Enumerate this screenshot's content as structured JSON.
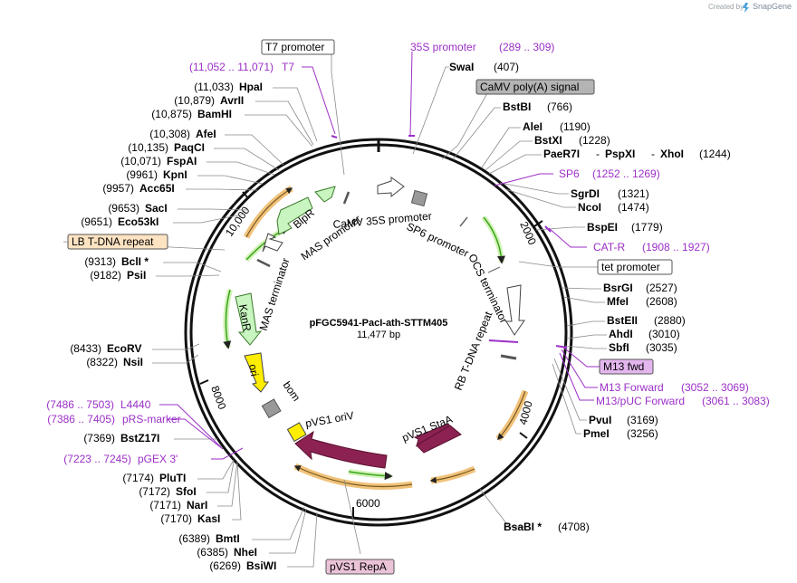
{
  "app": {
    "created_by": "Created by",
    "brand": "SnapGene"
  },
  "plasmid": {
    "name": "pFGC5941-PacI-ath-STTM405",
    "length_label": "11,477 bp"
  },
  "ticks": [
    "2000",
    "4000",
    "6000",
    "8000",
    "10,000"
  ],
  "enzymes_left": [
    {
      "name": "HpaI",
      "pos": "(11,033)"
    },
    {
      "name": "AvrII",
      "pos": "(10,879)"
    },
    {
      "name": "BamHI",
      "pos": "(10,875)"
    },
    {
      "name": "AfeI",
      "pos": "(10,308)"
    },
    {
      "name": "PaqCI",
      "pos": "(10,135)"
    },
    {
      "name": "FspAI",
      "pos": "(10,071)"
    },
    {
      "name": "KpnI",
      "pos": "(9961)"
    },
    {
      "name": "Acc65I",
      "pos": "(9957)"
    },
    {
      "name": "SacI",
      "pos": "(9653)"
    },
    {
      "name": "Eco53kI",
      "pos": "(9651)"
    },
    {
      "name": "BclI *",
      "pos": "(9313)"
    },
    {
      "name": "PsiI",
      "pos": "(9182)"
    },
    {
      "name": "EcoRV",
      "pos": "(8433)"
    },
    {
      "name": "NsiI",
      "pos": "(8322)"
    },
    {
      "name": "BstZ17I",
      "pos": "(7369)"
    },
    {
      "name": "PluTI",
      "pos": "(7174)"
    },
    {
      "name": "SfoI",
      "pos": "(7172)"
    },
    {
      "name": "NarI",
      "pos": "(7171)"
    },
    {
      "name": "KasI",
      "pos": "(7170)"
    },
    {
      "name": "BmtI",
      "pos": "(6389)"
    },
    {
      "name": "NheI",
      "pos": "(6385)"
    },
    {
      "name": "BsiWI",
      "pos": "(6269)"
    }
  ],
  "enzymes_right": [
    {
      "name": "SwaI",
      "pos": "(407)"
    },
    {
      "name": "BstBI",
      "pos": "(766)"
    },
    {
      "name": "AleI",
      "pos": "(1190)"
    },
    {
      "name": "BstXI",
      "pos": "(1228)"
    },
    {
      "name": "PaeR7I",
      "sep1": "-",
      "name2": "PspXI",
      "sep2": "-",
      "name3": "XhoI",
      "pos": "(1244)"
    },
    {
      "name": "SgrDI",
      "pos": "(1321)"
    },
    {
      "name": "NcoI",
      "pos": "(1474)"
    },
    {
      "name": "BspEI",
      "pos": "(1779)"
    },
    {
      "name": "BsrGI",
      "pos": "(2527)"
    },
    {
      "name": "MfeI",
      "pos": "(2608)"
    },
    {
      "name": "BstEII",
      "pos": "(2880)"
    },
    {
      "name": "AhdI",
      "pos": "(3010)"
    },
    {
      "name": "SbfI",
      "pos": "(3035)"
    },
    {
      "name": "PvuI",
      "pos": "(3169)"
    },
    {
      "name": "PmeI",
      "pos": "(3256)"
    },
    {
      "name": "BsaBI *",
      "pos": "(4708)"
    }
  ],
  "primers": [
    {
      "name": "T7",
      "pos": "(11,052 .. 11,071)"
    },
    {
      "name": "35S promoter",
      "pos": "(289 .. 309)"
    },
    {
      "name": "SP6",
      "pos": "(1252 .. 1269)"
    },
    {
      "name": "CAT-R",
      "pos": "(1908 .. 1927)"
    },
    {
      "name": "M13 Forward",
      "pos": "(3052 .. 3069)"
    },
    {
      "name": "M13/pUC Forward",
      "pos": "(3061 .. 3083)"
    },
    {
      "name": "L4440",
      "pos": "(7486 .. 7503)"
    },
    {
      "name": "pRS-marker",
      "pos": "(7386 .. 7405)"
    },
    {
      "name": "pGEX 3'",
      "pos": "(7223 .. 7245)"
    }
  ],
  "boxed_labels": {
    "t7_promoter": "T7 promoter",
    "camv_polya": "CaMV poly(A) signal",
    "lb_repeat": "LB T-DNA repeat",
    "tet_promoter": "tet promoter",
    "m13_fwd": "M13 fwd",
    "pvs1_repa": "pVS1 RepA"
  },
  "features": {
    "camv_35s": "CaMV 35S promoter",
    "sp6_promoter": "SP6 promoter",
    "ocs_terminator": "OCS terminator",
    "rb_repeat": "RB T-DNA repeat",
    "pvs1_staa": "pVS1 StaA",
    "pvs1_oriv": "pVS1 oriV",
    "bom": "bom",
    "ori": "ori",
    "kanr": "KanR",
    "mas_terminator": "MAS terminator",
    "mas_promoter": "MAS promoter",
    "blpr": "BlpR"
  },
  "colors": {
    "primer": "#9b2fc7",
    "orf_fill": "#c8f5c0",
    "orf_stroke": "#3a7a2a",
    "staa": "#8b2252",
    "ori": "#ffee00",
    "green_arrow": "#3aa51a",
    "orange_arrow": "#f0c27a",
    "lb_box": "#fde3c2",
    "camv_box": "#b4b4b4",
    "m13_box": "#e3b6ee",
    "repa_box": "#eac3d8"
  }
}
